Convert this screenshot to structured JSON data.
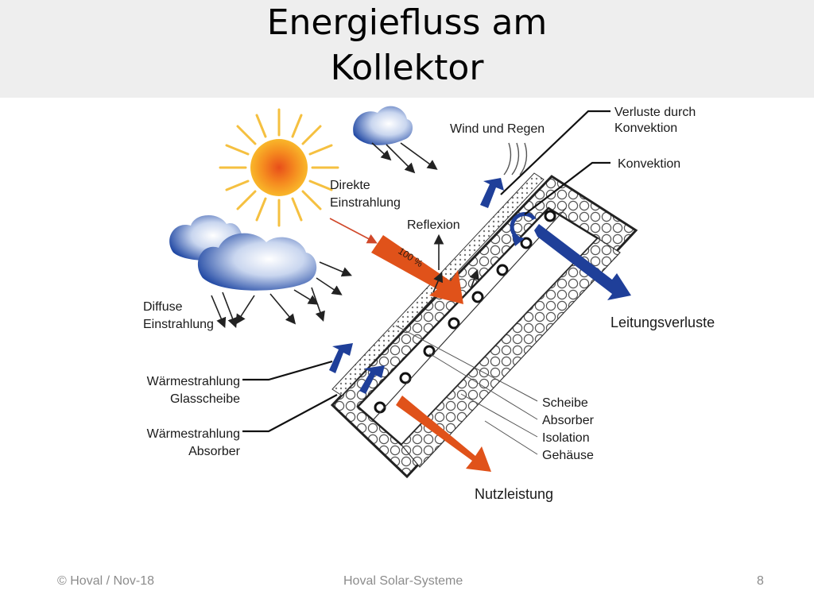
{
  "title": {
    "line1": "Energiefluss am",
    "line2": "Kollektor"
  },
  "labels": {
    "wind_regen": "Wind und Regen",
    "verluste_konvektion_1": "Verluste durch",
    "verluste_konvektion_2": "Konvektion",
    "konvektion": "Konvektion",
    "direkte_1": "Direkte",
    "direkte_2": "Einstrahlung",
    "reflexion": "Reflexion",
    "percent": "100 %",
    "diffuse_1": "Diffuse",
    "diffuse_2": "Einstrahlung",
    "leitungsverluste": "Leitungsverluste",
    "waerme_glas_1": "Wärmestrahlung",
    "waerme_glas_2": "Glasscheibe",
    "waerme_abs_1": "Wärmestrahlung",
    "waerme_abs_2": "Absorber",
    "scheibe": "Scheibe",
    "absorber": "Absorber",
    "isolation": "Isolation",
    "gehaeuse": "Gehäuse",
    "nutzleistung": "Nutzleistung"
  },
  "footer": {
    "copyright": "© Hoval / Nov-18",
    "company": "Hoval Solar-Systeme",
    "page": "8"
  },
  "colors": {
    "title_bar": "#eeeeee",
    "sun": "#f6a21a",
    "sun_rays": "#f5c040",
    "cloud": "#2a4fa8",
    "arrow_blue": "#1f3f99",
    "arrow_orange": "#e0521a",
    "footer_text": "#8c8c8c"
  }
}
